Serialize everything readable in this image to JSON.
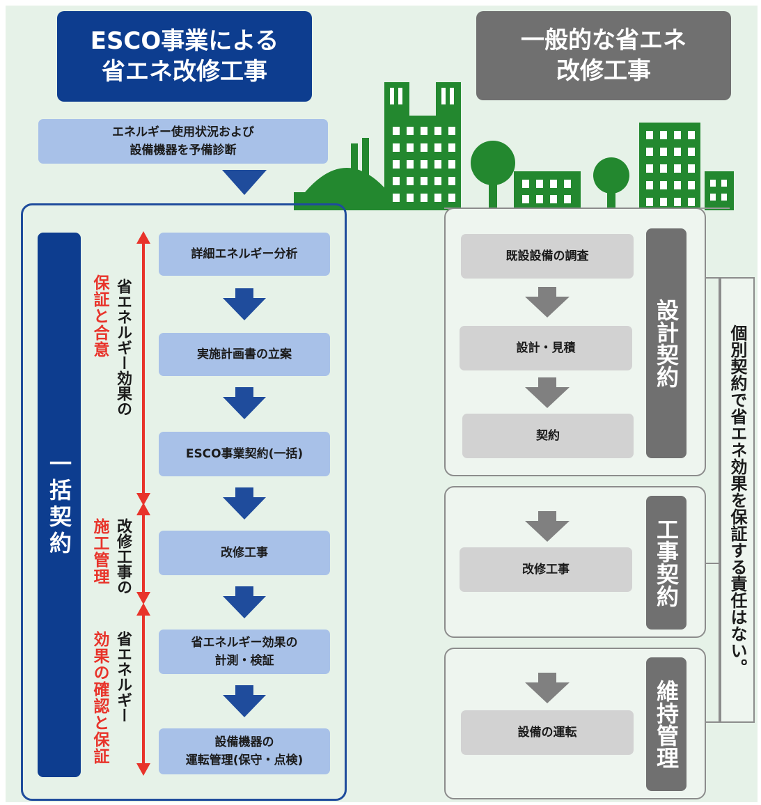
{
  "left_header": "ESCO事業による\n省エネ改修工事",
  "right_header": "一般的な省エネ\n改修工事",
  "left_prediag": "エネルギー使用状況および\n設備機器を予備診断",
  "left_steps": [
    "詳細エネルギー分析",
    "実施計画書の立案",
    "ESCO事業契約(一括)",
    "改修工事",
    "省エネルギー効果の\n計測・検証",
    "設備機器の\n運転管理(保守・点検)"
  ],
  "left_bracket": "一括契約",
  "phase_black": [
    "省エネルギー効果の",
    "改修工事の",
    "省エネルギー"
  ],
  "phase_red": [
    "保証と合意",
    "施工管理",
    "効果の確認と保証"
  ],
  "right_steps": [
    "既設設備の調査",
    "設計・見積",
    "契約",
    "改修工事",
    "設備の運転"
  ],
  "right_contracts": [
    "設計契約",
    "工事契約",
    "維持管理"
  ],
  "right_note": "個別契約で省エネ効果を保証する責任はない。",
  "colors": {
    "navy": "#0d3d8f",
    "light_blue": "#a8c1e8",
    "gray_dark": "#707070",
    "gray_light": "#d2d2d2",
    "red": "#e8332a",
    "green": "#23882f",
    "bg": "#e6f2e8"
  }
}
